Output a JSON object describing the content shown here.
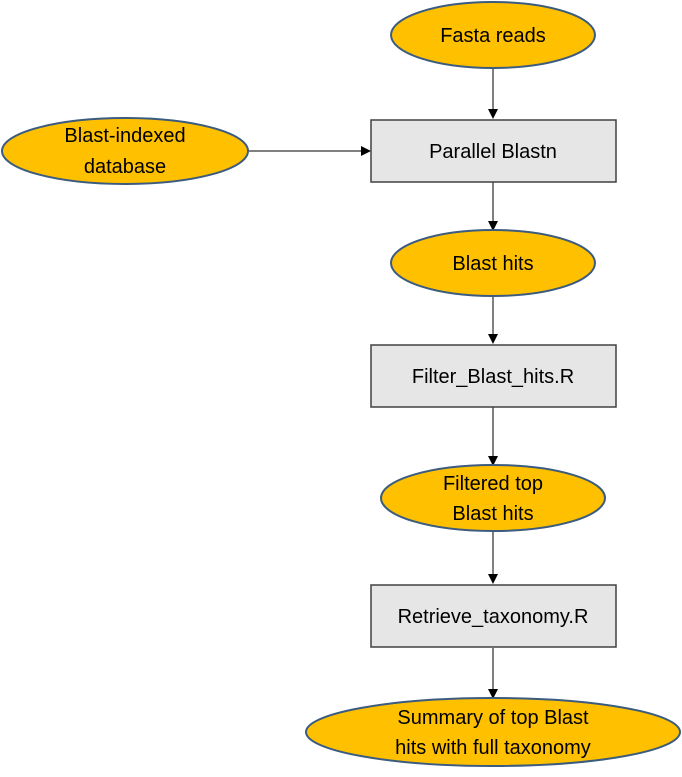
{
  "colors": {
    "data_fill": "#FFC000",
    "data_stroke": "#3B5B7F",
    "process_fill": "#E6E6E6",
    "process_stroke": "#404040",
    "edge": "#000000"
  },
  "nodes": {
    "fasta_reads": {
      "kind": "data",
      "lines": [
        "Fasta reads"
      ]
    },
    "blast_db": {
      "kind": "data",
      "lines": [
        "Blast-indexed",
        "database"
      ]
    },
    "parallel_blastn": {
      "kind": "process",
      "lines": [
        "Parallel Blastn"
      ]
    },
    "blast_hits": {
      "kind": "data",
      "lines": [
        "Blast hits"
      ]
    },
    "filter_script": {
      "kind": "process",
      "lines": [
        "Filter_Blast_hits.R"
      ]
    },
    "filtered_hits": {
      "kind": "data",
      "lines": [
        "Filtered top",
        "Blast hits"
      ]
    },
    "taxonomy_script": {
      "kind": "process",
      "lines": [
        "Retrieve_taxonomy.R"
      ]
    },
    "summary": {
      "kind": "data",
      "lines": [
        "Summary of top Blast",
        "hits with full taxonomy"
      ]
    }
  },
  "edges": [
    {
      "from": "fasta_reads",
      "to": "parallel_blastn"
    },
    {
      "from": "blast_db",
      "to": "parallel_blastn"
    },
    {
      "from": "parallel_blastn",
      "to": "blast_hits"
    },
    {
      "from": "blast_hits",
      "to": "filter_script"
    },
    {
      "from": "filter_script",
      "to": "filtered_hits"
    },
    {
      "from": "filtered_hits",
      "to": "taxonomy_script"
    },
    {
      "from": "taxonomy_script",
      "to": "summary"
    }
  ]
}
